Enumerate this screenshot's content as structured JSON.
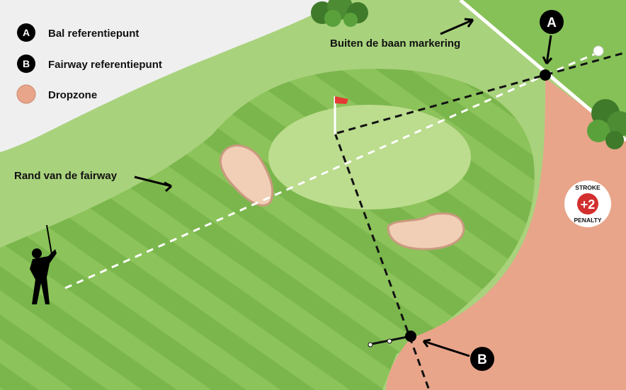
{
  "legend": {
    "items": [
      {
        "marker": "A",
        "label": "Bal referentiepunt"
      },
      {
        "marker": "B",
        "label": "Fairway referentiepunt"
      },
      {
        "marker": "",
        "label": "Dropzone"
      }
    ]
  },
  "annotations": {
    "out_of_bounds": "Buiten de baan markering",
    "fairway_edge": "Rand van de fairway",
    "callout_a": "A",
    "callout_b": "B"
  },
  "penalty_badge": {
    "top": "STROKE",
    "value": "+2",
    "bottom": "PENALTY"
  },
  "icons": [
    "golfer-icon",
    "flag-icon",
    "golf-ball-icon",
    "tree-icon"
  ],
  "colors": {
    "rough": "#a9d27d",
    "fairway_light": "#8cc35a",
    "fairway_dark": "#7ab64c",
    "green": "#bcdc8e",
    "out_of_bounds": "#f0f0f0",
    "dropzone": "#e8a58a",
    "bunker": "#f1cfb6",
    "flag": "#e53935",
    "marker": "#000000"
  }
}
